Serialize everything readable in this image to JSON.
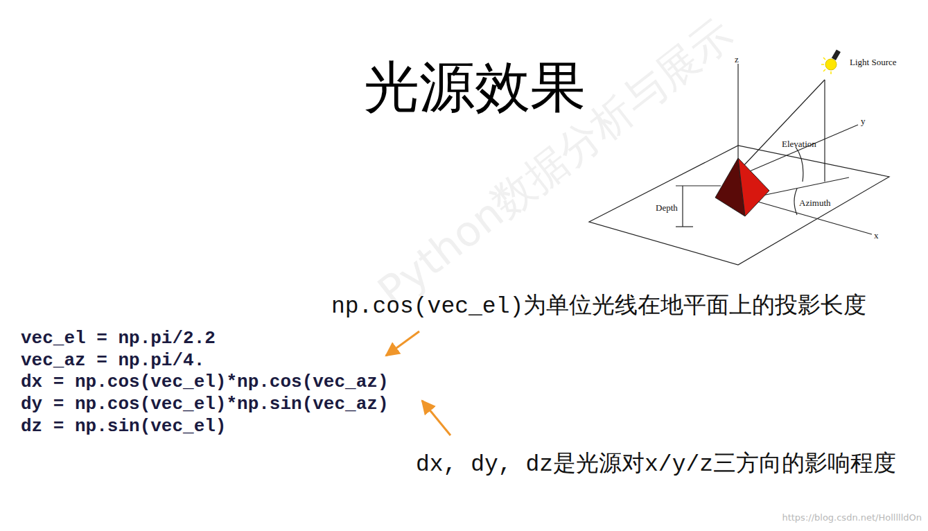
{
  "diagram": {
    "title": "光源效果",
    "labels": [
      "Light Source",
      "z",
      "y",
      "x",
      "Elevation",
      "Azimuth",
      "Depth",
      "np.cos(vec_el)为单位光线在地平面上的投影长度",
      "vec_el = np.pi/2.2",
      "vec_az = np.pi/4.",
      "dx = np.cos(vec_el)*np.cos(vec_az)",
      "dy = np.cos(vec_el)*np.sin(vec_az)",
      "dz = np.sin(vec_el)",
      "dx, dy, dz是光源对x/y/z三方向的影响程度",
      "Python数据分析与展示",
      "https://blog.csdn.net/HollllldOn"
    ]
  }
}
